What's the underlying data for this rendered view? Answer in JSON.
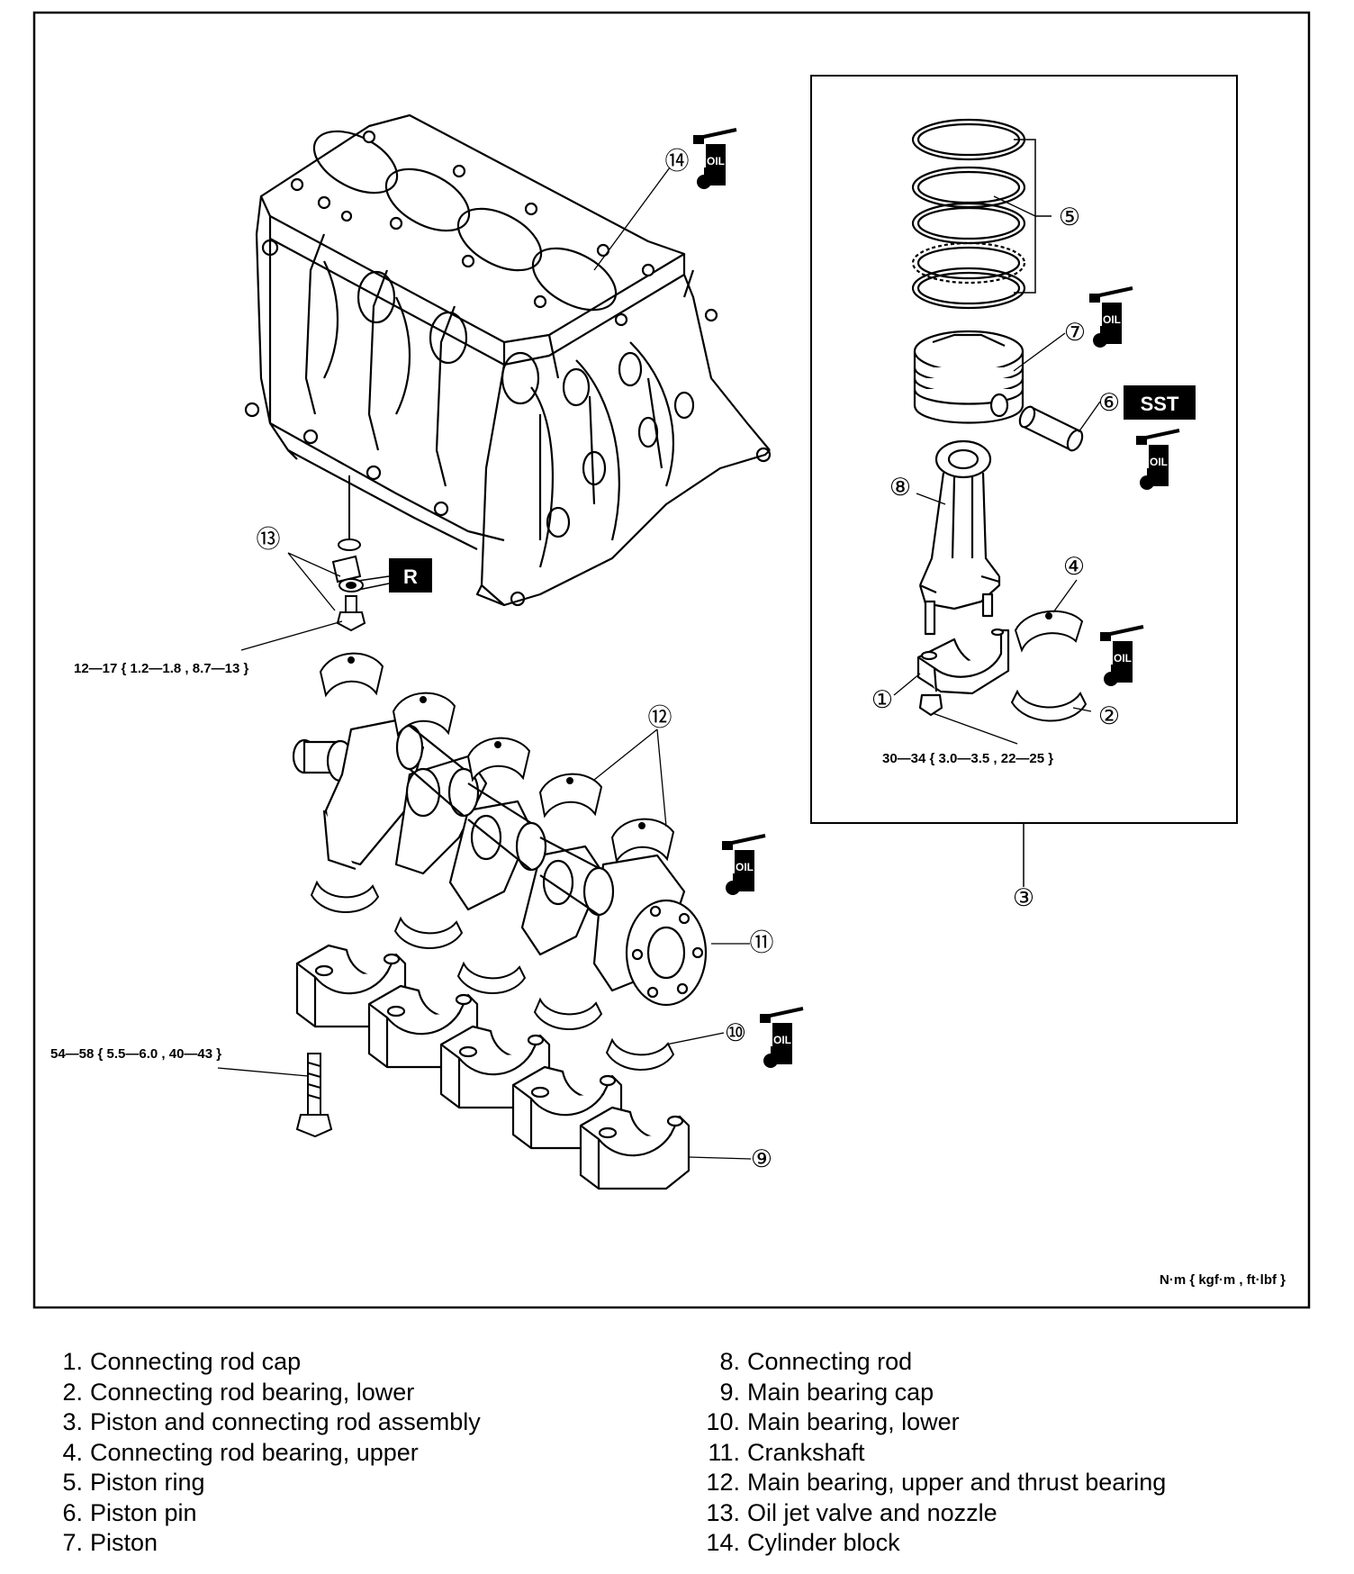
{
  "callouts": [
    {
      "n": "①"
    },
    {
      "n": "②"
    },
    {
      "n": "③"
    },
    {
      "n": "④"
    },
    {
      "n": "⑤"
    },
    {
      "n": "⑥"
    },
    {
      "n": "⑦"
    },
    {
      "n": "⑧"
    },
    {
      "n": "⑨"
    },
    {
      "n": "⑩"
    },
    {
      "n": "⑪"
    },
    {
      "n": "⑫"
    },
    {
      "n": "⑬"
    },
    {
      "n": "⑭"
    }
  ],
  "badges": {
    "oil": "OIL",
    "sst": "SST",
    "r": "R"
  },
  "torque": {
    "oil_jet_bolt": "12—17 { 1.2—1.8 , 8.7—13 }",
    "rod_nut": "30—34 { 3.0—3.5 , 22—25 }",
    "main_bolt": "54—58 { 5.5—6.0 , 40—43 }"
  },
  "units": "N·m { kgf·m , ft·lbf }",
  "legend": {
    "left": [
      {
        "num": "1.",
        "label": "Connecting rod cap"
      },
      {
        "num": "2.",
        "label": "Connecting rod bearing, lower"
      },
      {
        "num": "3.",
        "label": "Piston and connecting rod assembly"
      },
      {
        "num": "4.",
        "label": "Connecting rod bearing, upper"
      },
      {
        "num": "5.",
        "label": "Piston ring"
      },
      {
        "num": "6.",
        "label": "Piston pin"
      },
      {
        "num": "7.",
        "label": "Piston"
      }
    ],
    "right": [
      {
        "num": "8.",
        "label": "Connecting rod"
      },
      {
        "num": "9.",
        "label": "Main bearing cap"
      },
      {
        "num": "10.",
        "label": "Main bearing, lower"
      },
      {
        "num": "11.",
        "label": "Crankshaft"
      },
      {
        "num": "12.",
        "label": "Main bearing, upper and thrust bearing"
      },
      {
        "num": "13.",
        "label": "Oil jet valve and nozzle"
      },
      {
        "num": "14.",
        "label": "Cylinder block"
      }
    ]
  }
}
